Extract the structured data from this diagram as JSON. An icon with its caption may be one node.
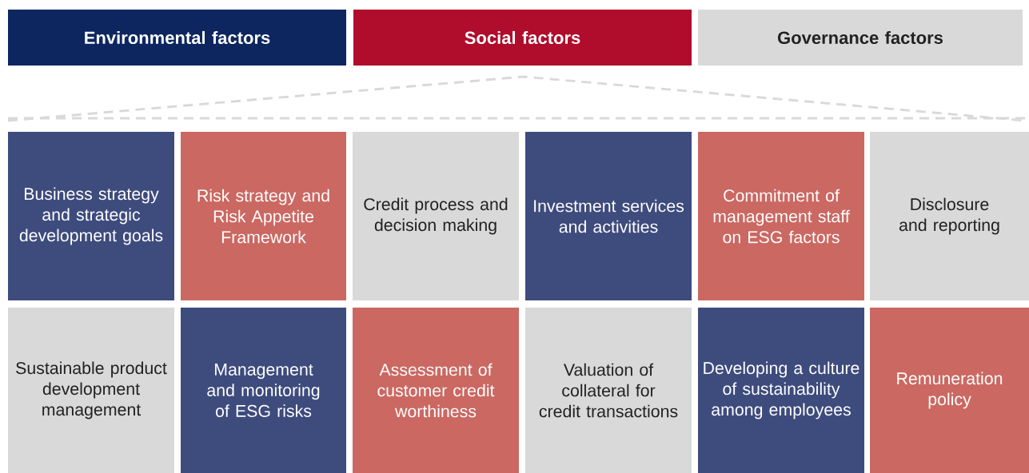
{
  "diagram": {
    "nodes": [
      {
        "text": [
          "Environmental factors"
        ]
      },
      {
        "text": [
          "Social factors"
        ]
      },
      {
        "text": [
          "Governance factors"
        ]
      },
      {
        "text": [
          "Business strategy and strategic development goals"
        ]
      },
      {
        "text": [
          "Risk strategy and Risk Appetite Framework"
        ]
      },
      {
        "text": [
          "Credit process and decision making"
        ]
      },
      {
        "text": [
          "Investment services and activities"
        ]
      },
      {
        "text": [
          "Commitment of management staff on ESG factors"
        ]
      },
      {
        "text": [
          "Disclosure and reporting"
        ]
      },
      {
        "text": [
          "Sustainable product development management"
        ]
      },
      {
        "text": [
          "Management and monitoring of ESG risks"
        ]
      },
      {
        "text": [
          "Assessment of customer credit worthiness"
        ]
      },
      {
        "text": [
          "Valuation of collateral for credit transactions"
        ]
      },
      {
        "text": [
          "Developing a culture of sustainability among employees"
        ]
      },
      {
        "text": [
          "Remuneration policy"
        ]
      }
    ]
  }
}
